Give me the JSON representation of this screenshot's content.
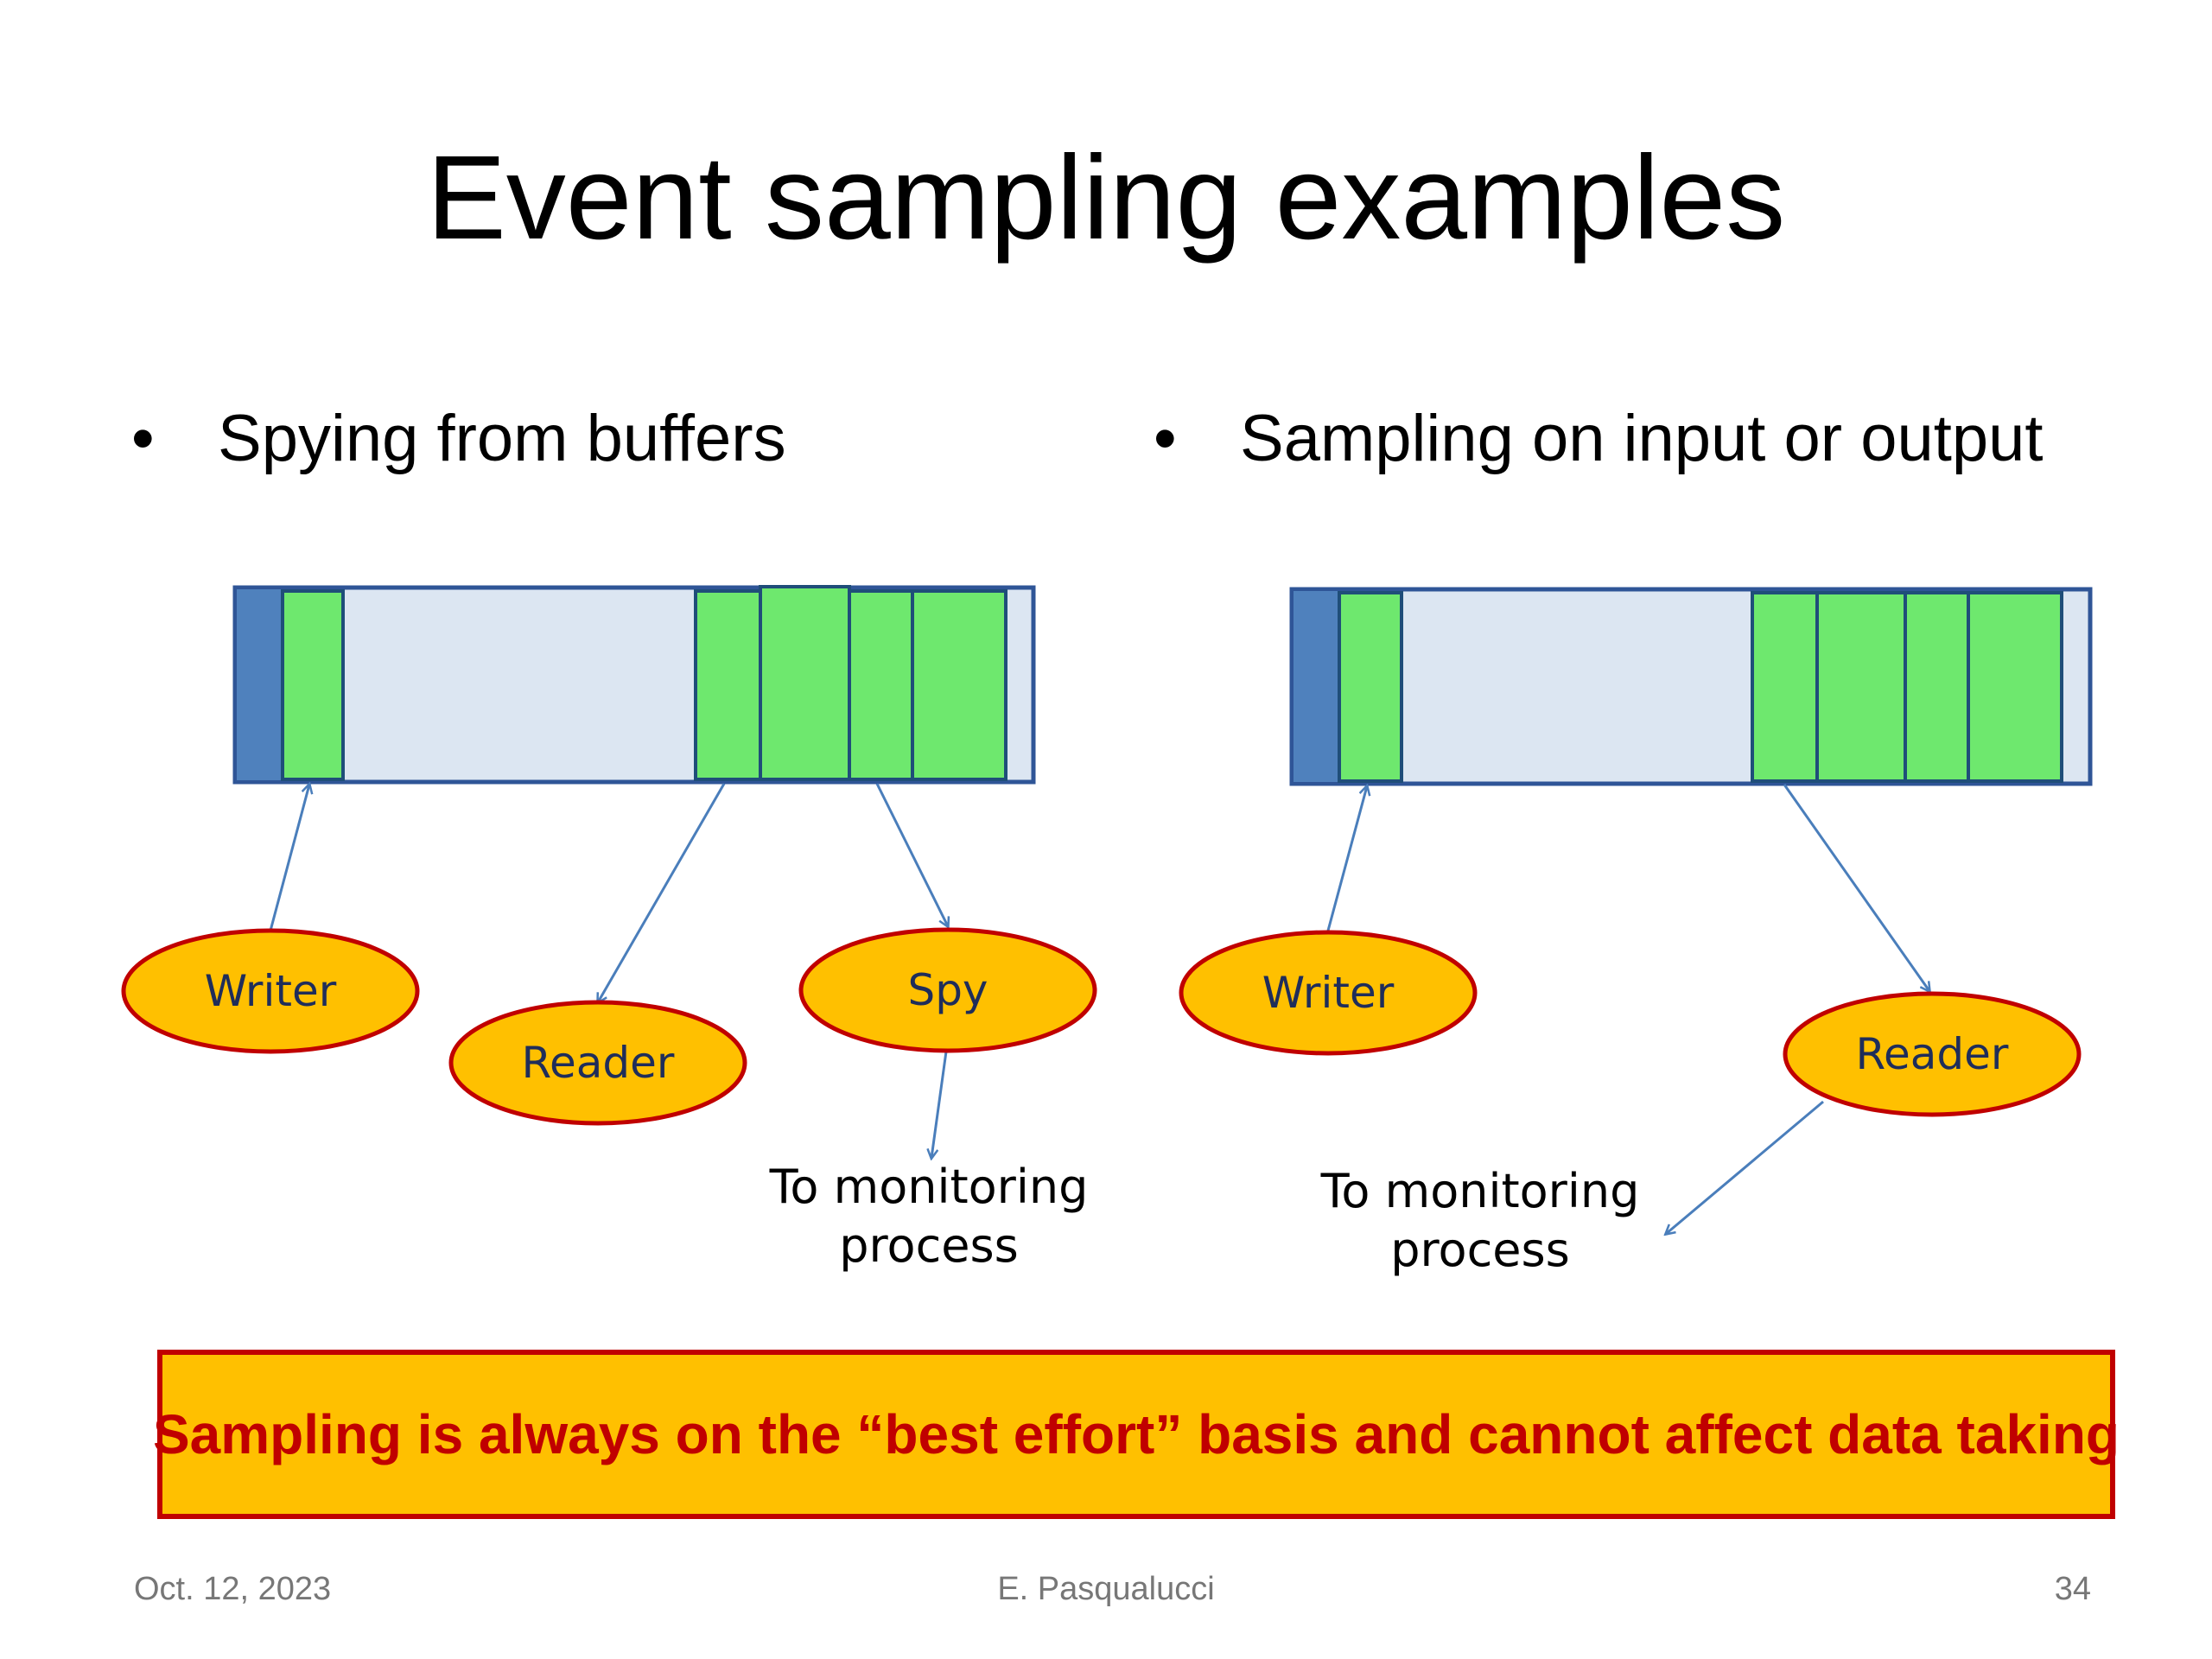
{
  "slide": {
    "title": "Event sampling examples",
    "bullets": {
      "left": "Spying from buffers",
      "right": "Sampling on input or output",
      "marker": "•"
    },
    "left_diagram": {
      "writer": "Writer",
      "reader": "Reader",
      "spy": "Spy",
      "note_line1": "To monitoring",
      "note_line2": "process"
    },
    "right_diagram": {
      "writer": "Writer",
      "reader": "Reader",
      "note_line1": "To monitoring",
      "note_line2": "process"
    },
    "summary": "Sampling is always on the “best effort” basis and cannot affect data taking",
    "footer": {
      "date": "Oct. 12, 2023",
      "author": "E. Pasqualucci",
      "page": "34"
    }
  },
  "colors": {
    "buffer_fill": "#dce6f2",
    "buffer_border": "#2f5597",
    "buffer_head": "#4f81bd",
    "event_slot": "#6ee86e",
    "slot_border": "#1f4e79",
    "ellipse_fill": "#ffc000",
    "ellipse_border": "#c00000",
    "arrow": "#4a7ebb",
    "label_text": "#1f2d5a",
    "summary_text": "#c00000"
  }
}
